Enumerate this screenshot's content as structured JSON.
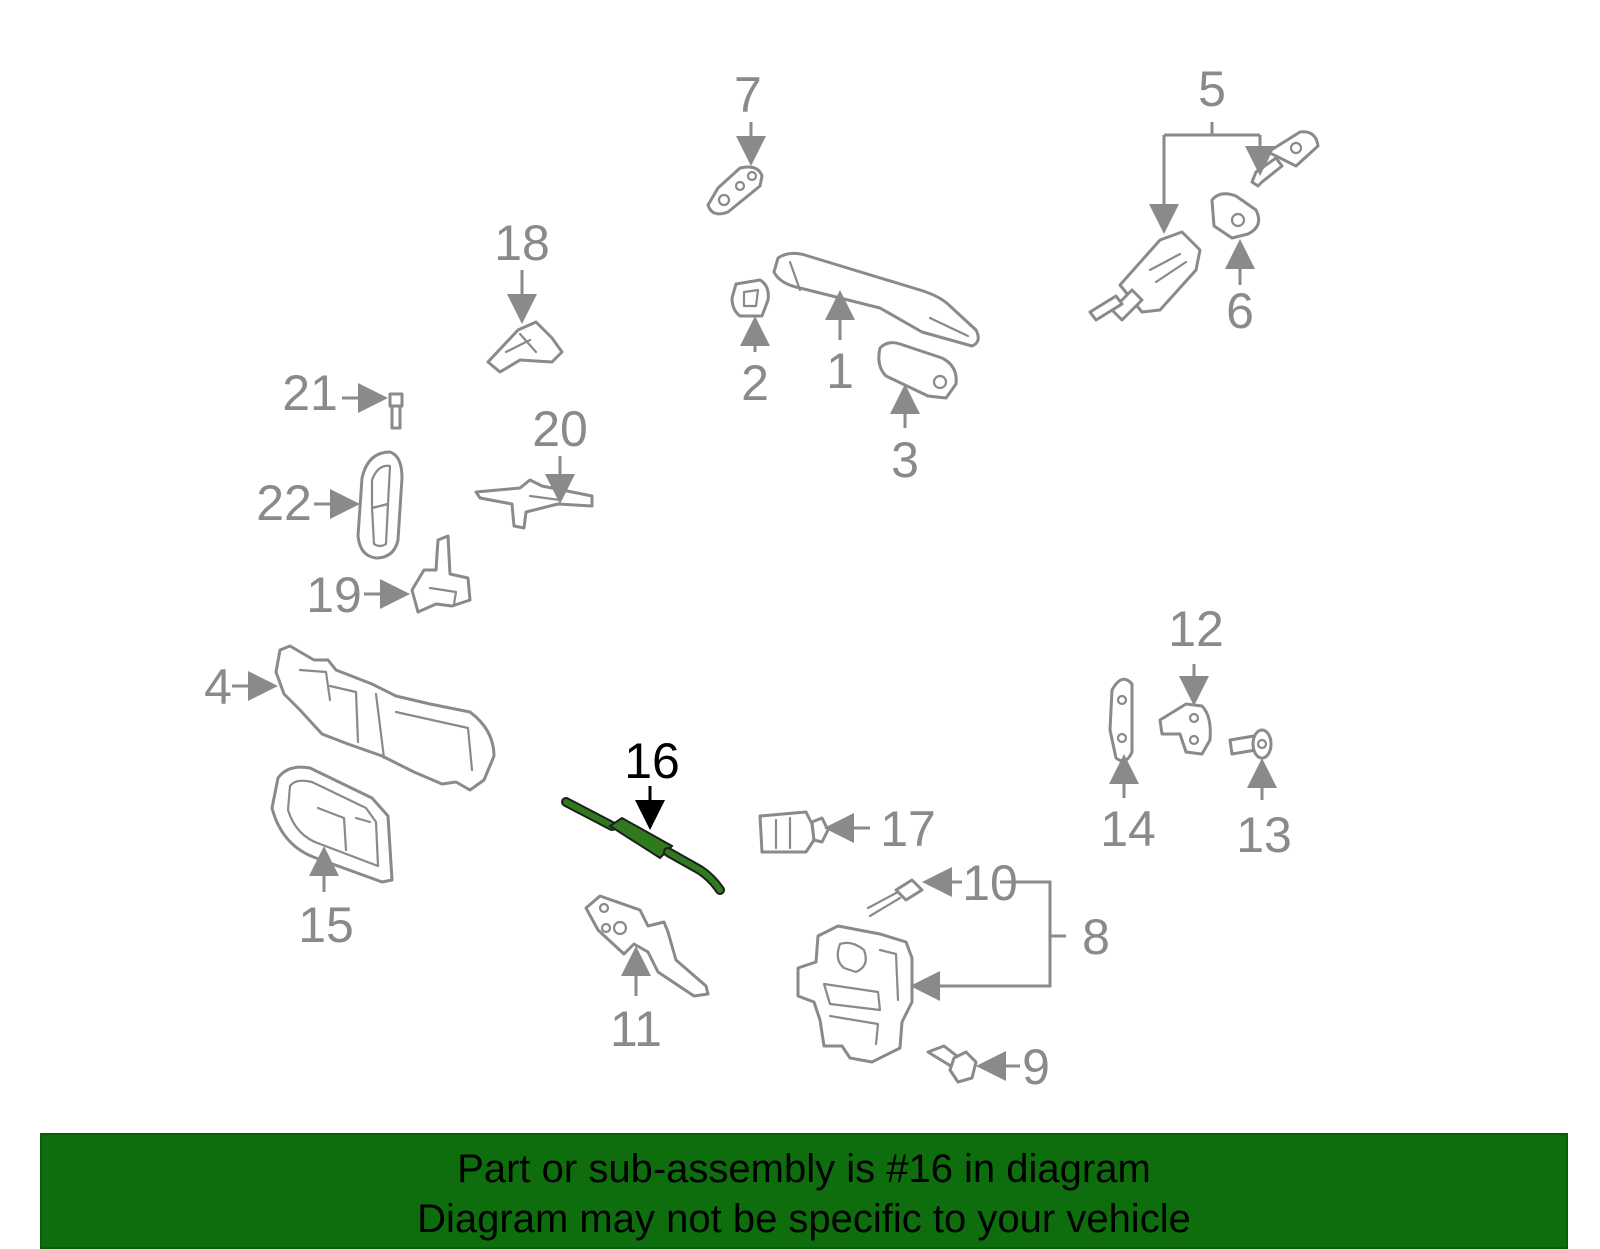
{
  "colors": {
    "line_gray": "#8a8a8a",
    "highlight_green": "#2f7a1f",
    "banner_green": "#0e6e0e",
    "highlight_text": "#000000"
  },
  "callouts": {
    "c1": "1",
    "c2": "2",
    "c3": "3",
    "c4": "4",
    "c5": "5",
    "c6": "6",
    "c7": "7",
    "c8": "8",
    "c9": "9",
    "c10": "10",
    "c11": "11",
    "c12": "12",
    "c13": "13",
    "c14": "14",
    "c15": "15",
    "c16": "16",
    "c17": "17",
    "c18": "18",
    "c19": "19",
    "c20": "20",
    "c21": "21",
    "c22": "22"
  },
  "highlighted_part": "16",
  "banner": {
    "line1": "Part or sub-assembly is #16 in diagram",
    "line2": "Diagram may not be specific to your vehicle"
  }
}
